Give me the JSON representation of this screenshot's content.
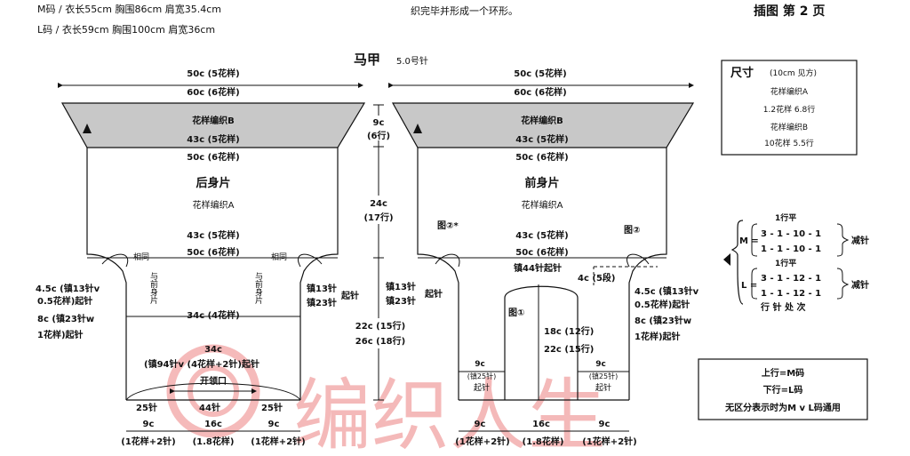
{
  "header": {
    "size_m": "M码 / 衣长55cm  胸围86cm  肩宽35.4cm",
    "size_l": "L码 / 衣长59cm  胸围100cm  肩宽36cm",
    "note": "织完毕并形成一个环形。",
    "page": "插图 第 2 页"
  },
  "title": {
    "name": "马甲",
    "needle": "5.0号针"
  },
  "back": {
    "top_m": "50c (5花样)",
    "top_l": "60c (6花样)",
    "pattern_b": "花样编织B",
    "band_m": "43c (5花样)",
    "band_l": "50c (6花样)",
    "name": "后身片",
    "pattern_a": "花样编织A",
    "bottom_m": "43c (5花样)",
    "bottom_l": "50c (6花样)",
    "same1": "相同",
    "same2": "与前身片",
    "same3": "与前身片",
    "same4": "相同",
    "left_m": "4.5c (镇13针v",
    "left_m2": "0.5花样)起针",
    "left_l": "8c (镇23针w",
    "left_l2": "1花样)起针",
    "right_m": "镇13针",
    "right_l": "镇23针",
    "right_start": "起针",
    "mid": "34c (4花样)",
    "lower_1": "34c",
    "lower_2": "(镇94针v (4花样+2针)起针",
    "opening": "开领口",
    "bot_25a": "25针",
    "bot_44": "44针",
    "bot_25b": "25针",
    "w_9a": "9c",
    "w_16": "16c",
    "w_9b": "9c",
    "w_9a_sub": "(1花样+2针)",
    "w_16_sub": "(1.8花样)",
    "w_9b_sub": "(1花样+2针)"
  },
  "center": {
    "h_top": "9c",
    "h_top_sub": "(6行)",
    "h_mid": "24c",
    "h_mid_sub": "(17行)",
    "h_bot": "22c (15行)",
    "h_bot_l": "26c (18行)"
  },
  "front": {
    "top_m": "50c (5花样)",
    "top_l": "60c (6花样)",
    "pattern_b": "花样编织B",
    "band_m": "43c (5花样)",
    "band_l": "50c (6花样)",
    "name": "前身片",
    "pattern_a": "花样编织A",
    "fig2_left": "图②*",
    "fig2_right": "图②",
    "bottom_m": "43c (5花样)",
    "bottom_l": "50c (6花样)",
    "pickup": "镇44针起针",
    "left_m": "镇13针",
    "left_l": "镇23针",
    "left_start": "起针",
    "row_4c": "4c (5段)",
    "right_m": "4.5c (镇13针v",
    "right_m2": "0.5花样)起针",
    "right_l": "8c (镇23针w",
    "right_l2": "1花样)起针",
    "fig1": "图①",
    "center_m": "18c (12行)",
    "center_l": "22c (15行)",
    "lf_9c": "9c",
    "lf_25": "(镇25针)",
    "lf_start": "起针",
    "rf_9c": "9c",
    "rf_25": "(镇25针)",
    "rf_start": "起针",
    "w_9a": "9c",
    "w_16": "16c",
    "w_9b": "9c",
    "w_9a_sub": "(1花样+2针)",
    "w_16_sub": "(1.8花样)",
    "w_9b_sub": "(1花样+2针)"
  },
  "gauge": {
    "title": "尺寸",
    "sub": "(10cm 见方)",
    "a_name": "花样编织A",
    "a_val": "1.2花样  6.8行",
    "b_name": "花样编织B",
    "b_val": "10花样  5.5行"
  },
  "decrease": {
    "m_label": "M =",
    "l_label": "L =",
    "m_flat": "1行平",
    "m_r1": "3 - 1 - 10 - 1",
    "m_r2": "1 - 1 - 10 - 1",
    "l_flat": "1行平",
    "l_r1": "3 - 1 - 12 - 1",
    "l_r2": "1 - 1 - 12 - 1",
    "suffix_m": "减针",
    "suffix_l": "减针",
    "legend": "行 针 处 次"
  },
  "legend_box": {
    "upper": "上行=M码",
    "lower": "下行=L码",
    "both": "无区分表示时为M v L码通用"
  },
  "watermark": "编织人生"
}
